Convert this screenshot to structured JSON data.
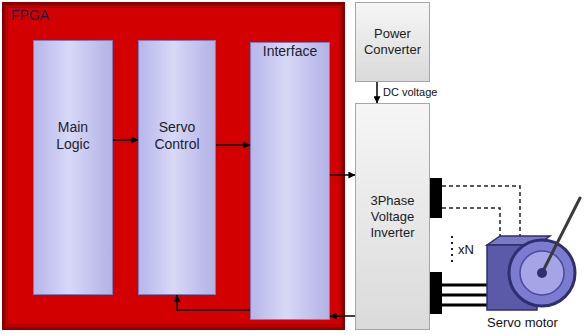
{
  "diagram": {
    "nodes": [
      {
        "text": [
          "FPGA"
        ]
      },
      {
        "text": [
          "Main Logic"
        ],
        "in": 0
      },
      {
        "text": [
          "Servo Control"
        ],
        "in": 0
      },
      {
        "text": [
          "Interface"
        ],
        "in": 0
      },
      {
        "text": [
          "Power Converter"
        ]
      },
      {
        "text": [
          "3Phase Voltage Inverter"
        ]
      },
      {
        "text": [
          "Servo motor"
        ]
      }
    ],
    "edges": [
      {
        "from": 1,
        "to": 2,
        "arrow": "to"
      },
      {
        "from": 2,
        "to": 3,
        "arrow": "to"
      },
      {
        "from": 3,
        "to": 2,
        "arrow": "to"
      },
      {
        "from": 3,
        "to": 5,
        "arrow": "to"
      },
      {
        "from": 5,
        "to": 3,
        "arrow": "to"
      },
      {
        "from": 4,
        "to": 5,
        "label": "DC voltage",
        "arrow": "to"
      },
      {
        "from": 5,
        "to": 6,
        "arrow": "none"
      }
    ],
    "labels": [
      "xN"
    ]
  }
}
